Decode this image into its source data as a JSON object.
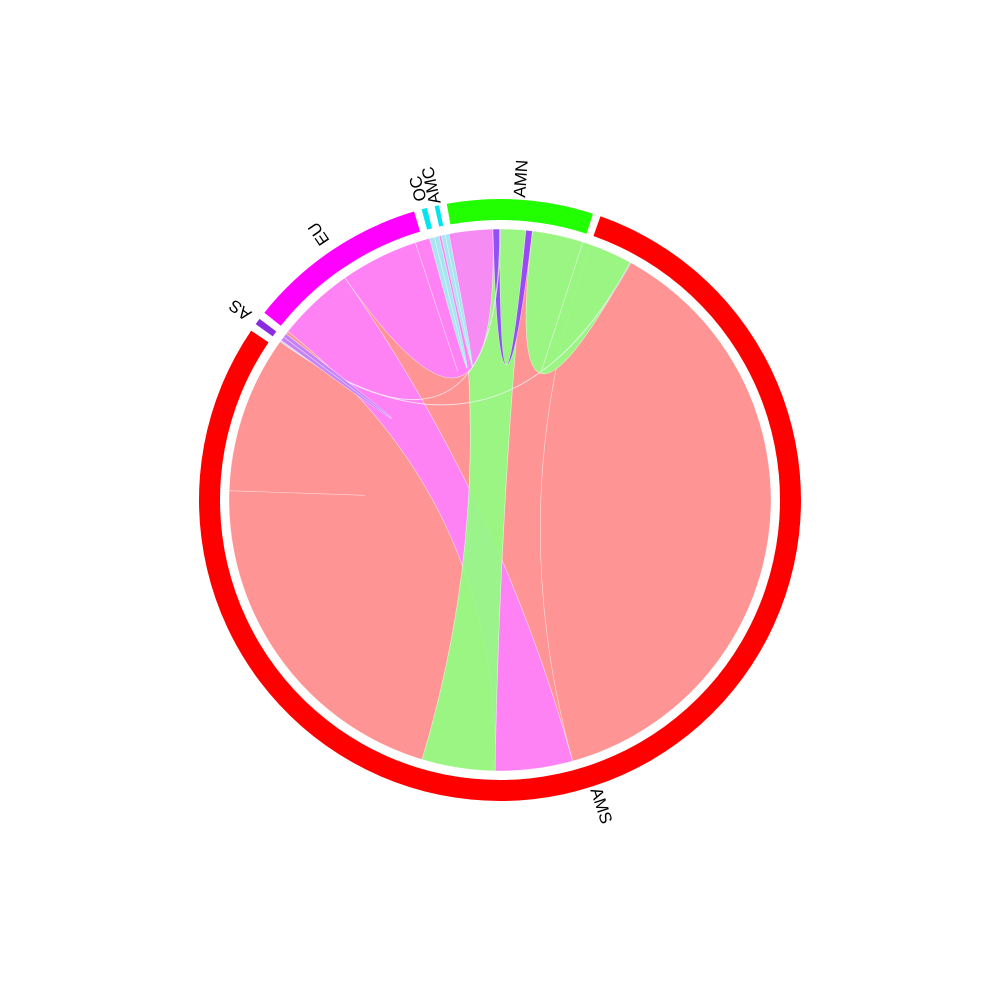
{
  "chart_data": {
    "type": "chord",
    "title": "",
    "sectors": [
      {
        "name": "AMS",
        "value": 3000,
        "color": "#ff0000"
      },
      {
        "name": "AS",
        "value": 13,
        "color": "#8a2be2"
      },
      {
        "name": "EU",
        "value": 368,
        "color": "#ff00ff"
      },
      {
        "name": "OC",
        "value": 11,
        "color": "#00e5ee"
      },
      {
        "name": "AMC",
        "value": 9,
        "color": "#00e5ee"
      },
      {
        "name": "AMN",
        "value": 297,
        "color": "#22ff00"
      }
    ],
    "links": [
      {
        "from": "AMS",
        "to": "AMS",
        "value": 2660,
        "color": "#ff8888"
      },
      {
        "from": "EU",
        "to": "AMS",
        "value": 175,
        "color": "#ff80ff"
      },
      {
        "from": "AMN",
        "to": "AMS",
        "value": 165,
        "color": "#90ff80"
      },
      {
        "from": "EU",
        "to": "EU",
        "value": 176,
        "color": "#ff80ff"
      },
      {
        "from": "EU",
        "to": "AMN",
        "value": 15,
        "color": "#9040ff"
      },
      {
        "from": "AMN",
        "to": "AMN",
        "value": 115,
        "color": "#90ff80"
      },
      {
        "from": "AS",
        "to": "AMN",
        "value": 2,
        "color": "#7fbfbf"
      },
      {
        "from": "AS",
        "to": "EU",
        "value": 2,
        "color": "#c080ff"
      },
      {
        "from": "AS",
        "to": "AS",
        "value": 9,
        "color": "#c080ff"
      },
      {
        "from": "OC",
        "to": "OC",
        "value": 11,
        "color": "#a0f0f0"
      },
      {
        "from": "AMC",
        "to": "AMC",
        "value": 9,
        "color": "#a0f0f0"
      }
    ],
    "legend": "none",
    "grid": false
  }
}
